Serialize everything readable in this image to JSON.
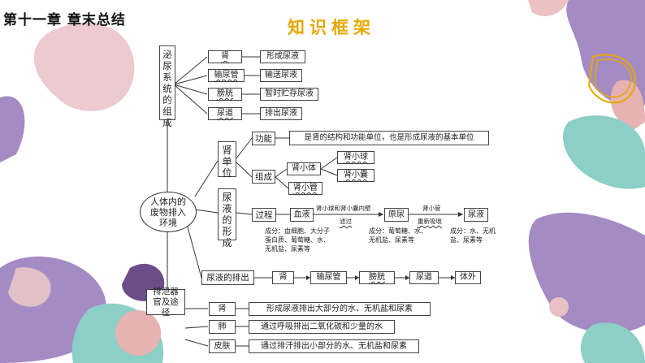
{
  "header": {
    "chapter_title": "第十一章 章末总结",
    "section_title": "知识框架"
  },
  "center": "人体内的废物排入环境",
  "urinary": {
    "title": "泌尿系统的组成",
    "organs": [
      "肾",
      "输尿管",
      "膀胱",
      "尿道"
    ],
    "functions": [
      "形成尿液",
      "输送尿液",
      "暂时贮存尿液",
      "排出尿液"
    ]
  },
  "nephron": {
    "title": "肾单位",
    "function_label": "功能",
    "function_text": "是肾的结构和功能单位，也是形成尿液的基本单位",
    "composition_label": "组成",
    "kidney_corpuscle": "肾小体",
    "glomerulus": "肾小球",
    "capsule": "肾小囊",
    "tubule": "肾小管"
  },
  "formation": {
    "title": "尿液的形成",
    "process_label": "过程",
    "blood": "血液",
    "step1_top": "肾小球和肾小囊内壁",
    "step1_bottom": "滤过",
    "primary_urine": "原尿",
    "step2_top": "肾小管",
    "step2_bottom": "重新吸收",
    "urine": "尿液",
    "blood_components": "成分：血细胞、大分子蛋白质、葡萄糖、水、无机盐、尿素等",
    "primary_components": "成分：葡萄糖、水、无机盐、尿素等",
    "urine_components": "成分：水、无机盐、尿素等"
  },
  "discharge": {
    "title": "尿液的排出",
    "path": [
      "肾",
      "输尿管",
      "膀胱",
      "尿道",
      "体外"
    ]
  },
  "excretion": {
    "title": "排泄器官及途径",
    "organs": [
      "肾",
      "肺",
      "皮肤"
    ],
    "descriptions": [
      "形成尿液排出大部分的水、无机盐和尿素",
      "通过呼吸排出二氧化碳和少量的水",
      "通过排汗排出小部分的水、无机盐和尿素"
    ]
  },
  "colors": {
    "title_gold": "#e6a800",
    "purple": "#a58bc4",
    "teal": "#8ccfc6",
    "pink": "#e6b2b2",
    "dark_purple": "#6b4d8a"
  }
}
